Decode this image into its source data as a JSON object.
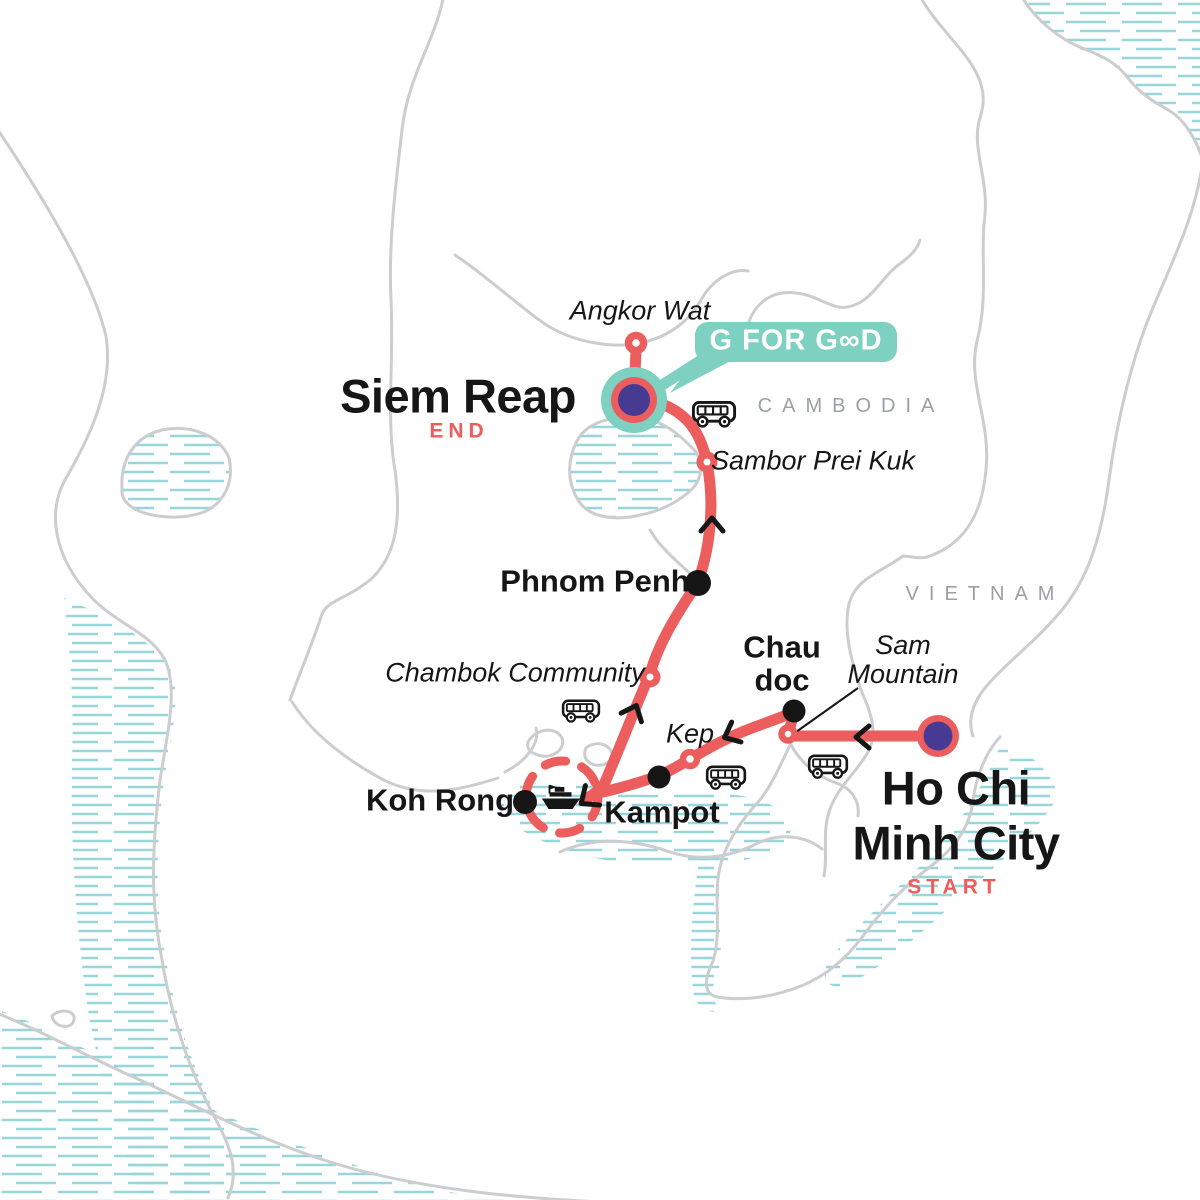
{
  "title": "Cambodia & Vietnam tour itinerary map",
  "colors": {
    "route_red": "#ec5e5e",
    "badge_teal": "#7ed0c0",
    "hub_purple": "#473a93",
    "water_hatch_teal": "#98d6da",
    "coastline_gray": "#cbcdcf",
    "country_label_gray": "#9aa0a4",
    "label_black": "#161616",
    "background": "#ffffff"
  },
  "badge": {
    "label": "G FOR G∞D"
  },
  "labels": {
    "angkor_wat": "Angkor Wat",
    "siem_reap": "Siem Reap",
    "end": "END",
    "cambodia": "CAMBODIA",
    "sambor_prei_kuk": "Sambor Prei Kuk",
    "phnom_penh": "Phnom Penh",
    "vietnam": "VIETNAM",
    "chau_doc_line1": "Chau",
    "chau_doc_line2": "doc",
    "sam_mountain_line1": "Sam",
    "sam_mountain_line2": "Mountain",
    "chambok": "Chambok Community",
    "kep": "Kep",
    "kampot": "Kampot",
    "koh_rong": "Koh Rong",
    "hcmc_line1": "Ho Chi",
    "hcmc_line2": "Minh City",
    "start": "START"
  },
  "stops": [
    {
      "name": "Ho Chi Minh City",
      "tag": "START",
      "marker": "start-hub"
    },
    {
      "name": "Sam Mountain",
      "marker": "poi-ring"
    },
    {
      "name": "Chau doc",
      "marker": "city-dot"
    },
    {
      "name": "Kep",
      "marker": "poi-ring"
    },
    {
      "name": "Kampot",
      "marker": "city-dot"
    },
    {
      "name": "Koh Rong",
      "marker": "city-dot",
      "transfer": "ferry"
    },
    {
      "name": "Chambok Community",
      "marker": "poi-ring"
    },
    {
      "name": "Phnom Penh",
      "marker": "city-dot"
    },
    {
      "name": "Sambor Prei Kuk",
      "marker": "poi-ring"
    },
    {
      "name": "Angkor Wat",
      "marker": "poi-ring"
    },
    {
      "name": "Siem Reap",
      "tag": "END",
      "marker": "end-hub"
    }
  ],
  "transport_icons": [
    "bus-icon",
    "bus-icon",
    "bus-icon",
    "bus-icon",
    "ferry-icon"
  ]
}
